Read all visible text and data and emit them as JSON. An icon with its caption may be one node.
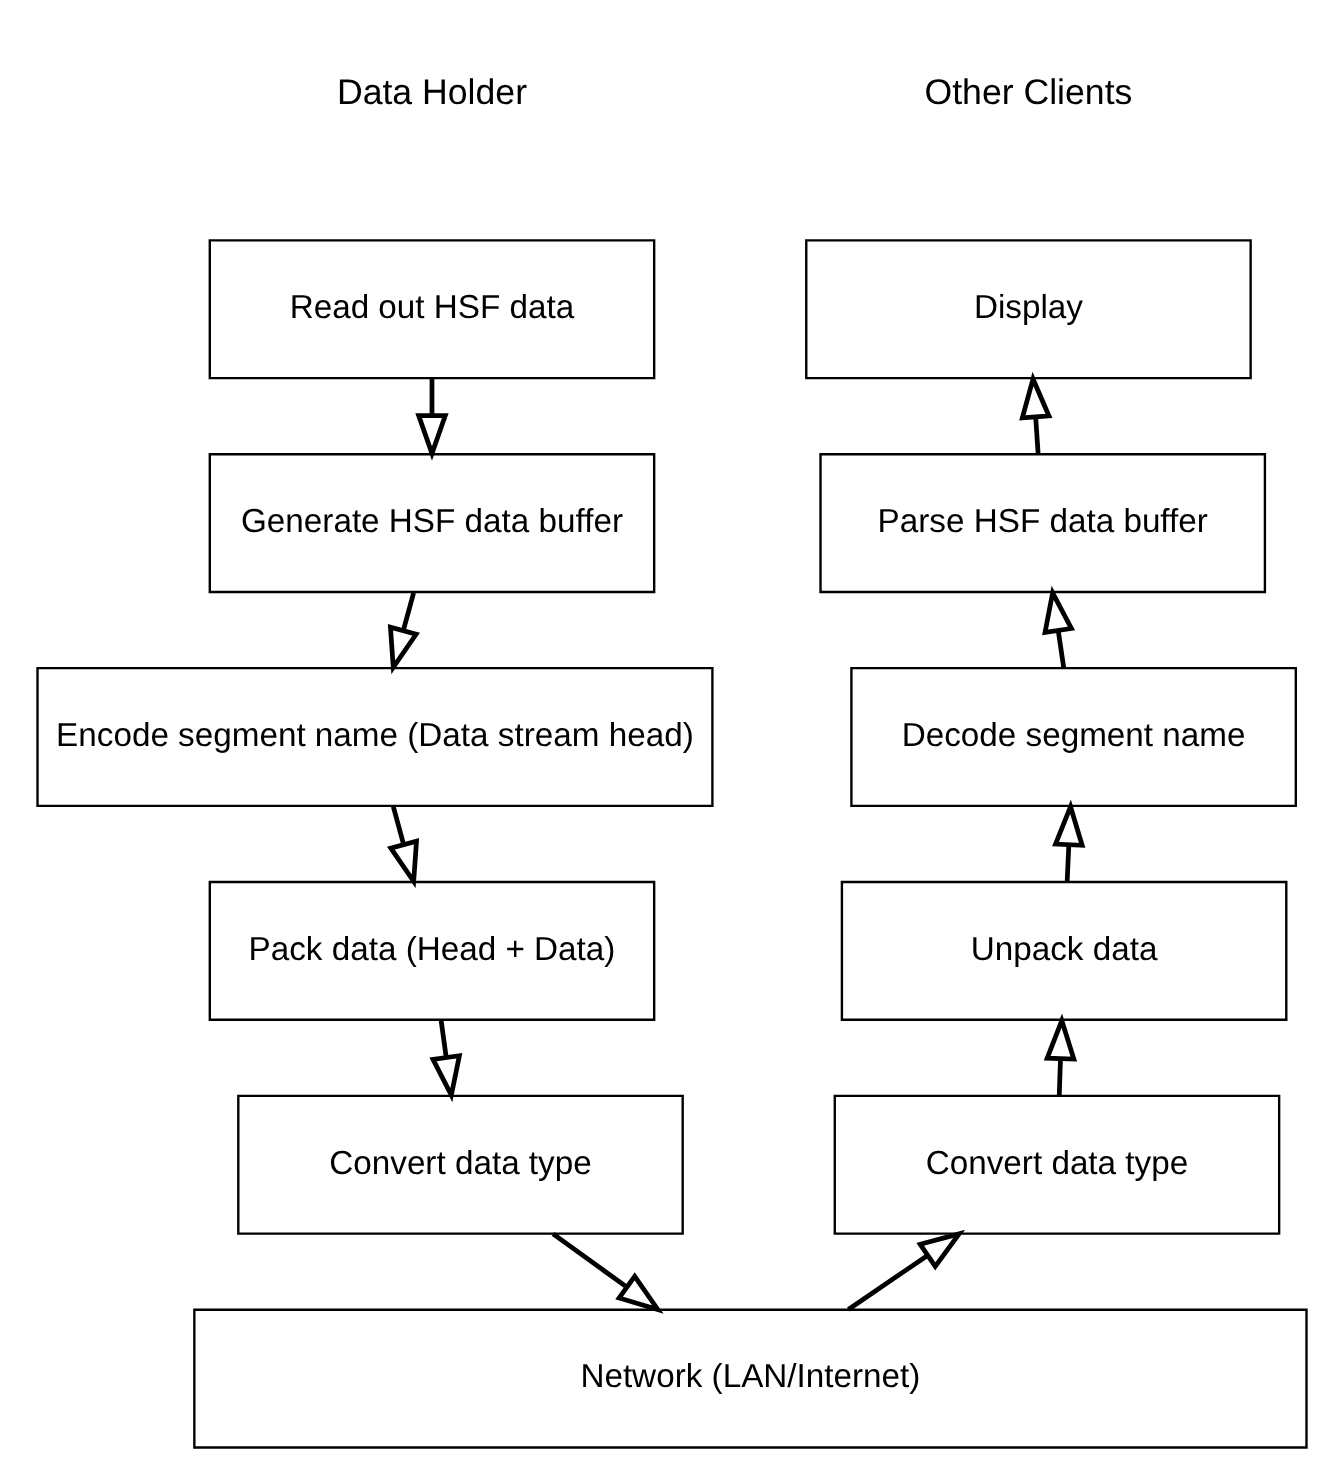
{
  "diagram": {
    "nodes": [
      {
        "text": [
          "Read out HSF data"
        ]
      },
      {
        "text": [
          "Generate HSF data buffer"
        ]
      },
      {
        "text": [
          "Encode segment name (Data stream head)"
        ]
      },
      {
        "text": [
          "Pack data (Head + Data)"
        ]
      },
      {
        "text": [
          "Convert data type"
        ]
      },
      {
        "text": [
          "Network (LAN/Internet)"
        ]
      },
      {
        "text": [
          "Display"
        ]
      },
      {
        "text": [
          "Parse HSF data buffer"
        ]
      },
      {
        "text": [
          "Decode segment name"
        ]
      },
      {
        "text": [
          "Unpack data"
        ]
      },
      {
        "text": [
          "Convert data type"
        ]
      }
    ],
    "edges": [
      {
        "from": 0,
        "to": 1,
        "arrow": "to"
      },
      {
        "from": 1,
        "to": 2,
        "arrow": "to"
      },
      {
        "from": 2,
        "to": 3,
        "arrow": "to"
      },
      {
        "from": 3,
        "to": 4,
        "arrow": "to"
      },
      {
        "from": 4,
        "to": 5,
        "arrow": "to"
      },
      {
        "from": 5,
        "to": 10,
        "arrow": "to"
      },
      {
        "from": 10,
        "to": 9,
        "arrow": "to"
      },
      {
        "from": 9,
        "to": 8,
        "arrow": "to"
      },
      {
        "from": 8,
        "to": 7,
        "arrow": "to"
      },
      {
        "from": 7,
        "to": 6,
        "arrow": "to"
      }
    ],
    "labels": [
      "Data Holder",
      "Other Clients"
    ]
  }
}
